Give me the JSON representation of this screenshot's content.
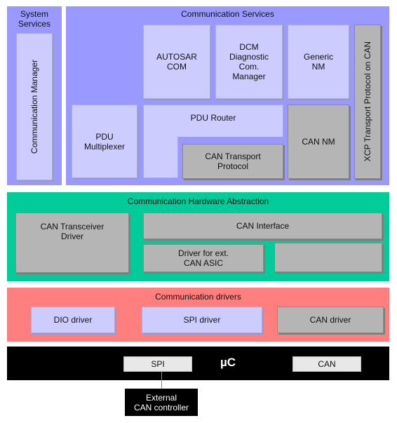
{
  "system_services": {
    "title": "System\nServices",
    "communication_manager": "Communication Manager"
  },
  "communication_services": {
    "title": "Communication Services",
    "autosar_com": "AUTOSAR\nCOM",
    "dcm": "DCM\nDiagnostic\nCom.\nManager",
    "generic_nm": "Generic\nNM",
    "xcp": "XCP Transport Protocol on CAN",
    "pdu_multiplexer": "PDU\nMultiplexer",
    "pdu_router": "PDU Router",
    "can_nm": "CAN NM",
    "can_transport_protocol": "CAN Transport\nProtocol"
  },
  "hardware_abstraction": {
    "title": "Communication Hardware Abstraction",
    "can_transceiver_driver": "CAN Transceiver\nDriver",
    "can_interface": "CAN Interface",
    "driver_ext_can_asic": "Driver for ext.\nCAN ASIC"
  },
  "communication_drivers": {
    "title": "Communication drivers",
    "dio_driver": "DIO driver",
    "spi_driver": "SPI driver",
    "can_driver": "CAN driver"
  },
  "microcontroller": {
    "label": "µC",
    "spi": "SPI",
    "can": "CAN"
  },
  "external_can_controller": "External\nCAN controller",
  "colors": {
    "lilac_layer": "#9999ff",
    "lilac_box": "#ccccff",
    "gray_box": "#b5b5b5",
    "hw_abstraction": "#00cc99",
    "drivers_layer": "#ff7f7f",
    "microcontroller": "#000000"
  }
}
